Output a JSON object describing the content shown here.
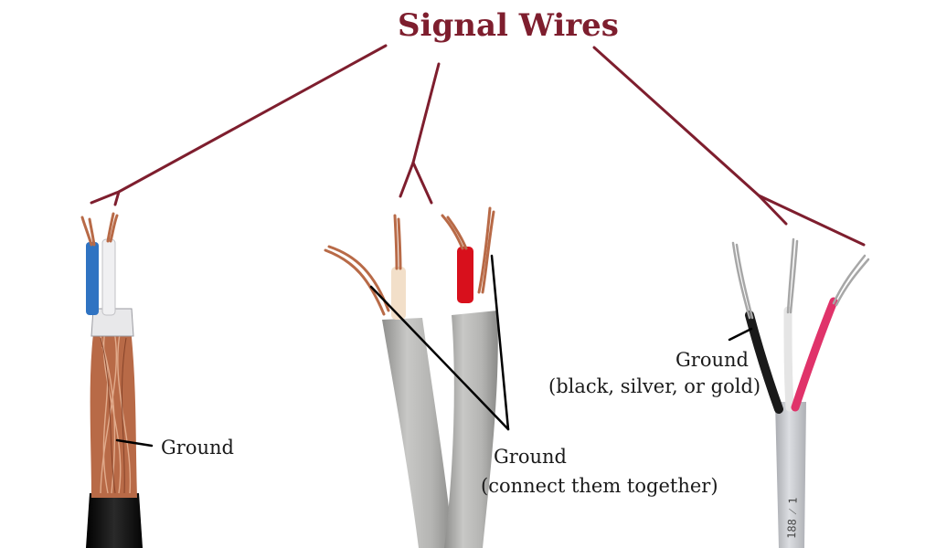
{
  "title": "Signal Wires",
  "labels": {
    "left_ground": "Ground",
    "middle_ground": "Ground",
    "middle_ground_note": "(connect them together)",
    "right_ground": "Ground",
    "right_ground_note": "(black, silver, or gold)"
  },
  "colors": {
    "title": "#7e1e2e",
    "pointer_signal": "#7e1e2e",
    "pointer_ground": "#000000",
    "copper": "#b86a47",
    "left_jacket": "#111111",
    "middle_jacket": "#b2b2b0",
    "right_jacket": "#c9cbcf",
    "wire_blue": "#2f73c2",
    "wire_red": "#d8101c",
    "wire_pink": "#e0336a",
    "wire_black": "#1a1a1a",
    "wire_white": "#f4f4f4"
  },
  "objects": {
    "left_cable": "shielded-cable-icon",
    "middle_cable": "dual-coax-cable-icon",
    "right_cable": "three-conductor-cable-icon"
  }
}
